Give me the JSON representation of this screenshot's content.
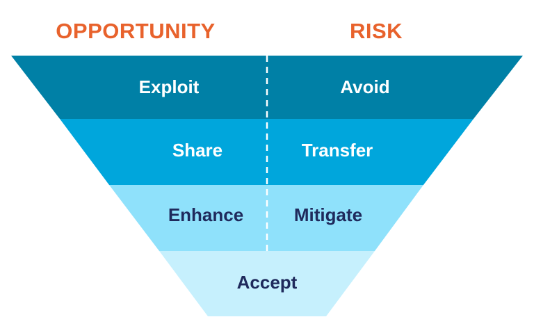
{
  "headers": {
    "opportunity": "OPPORTUNITY",
    "risk": "RISK"
  },
  "tiers": [
    {
      "left": "Exploit",
      "right": "Avoid"
    },
    {
      "left": "Share",
      "right": "Transfer"
    },
    {
      "left": "Enhance",
      "right": "Mitigate"
    },
    {
      "center": "Accept"
    }
  ],
  "colors": {
    "header": "#E8622C",
    "tier1": "#0080A6",
    "tier2": "#00A6DC",
    "tier3": "#8FE1FB",
    "tier4": "#C6F0FD",
    "text_light": "#FFFFFF",
    "text_dark": "#1F2A5C",
    "divider": "#FFFFFF"
  }
}
